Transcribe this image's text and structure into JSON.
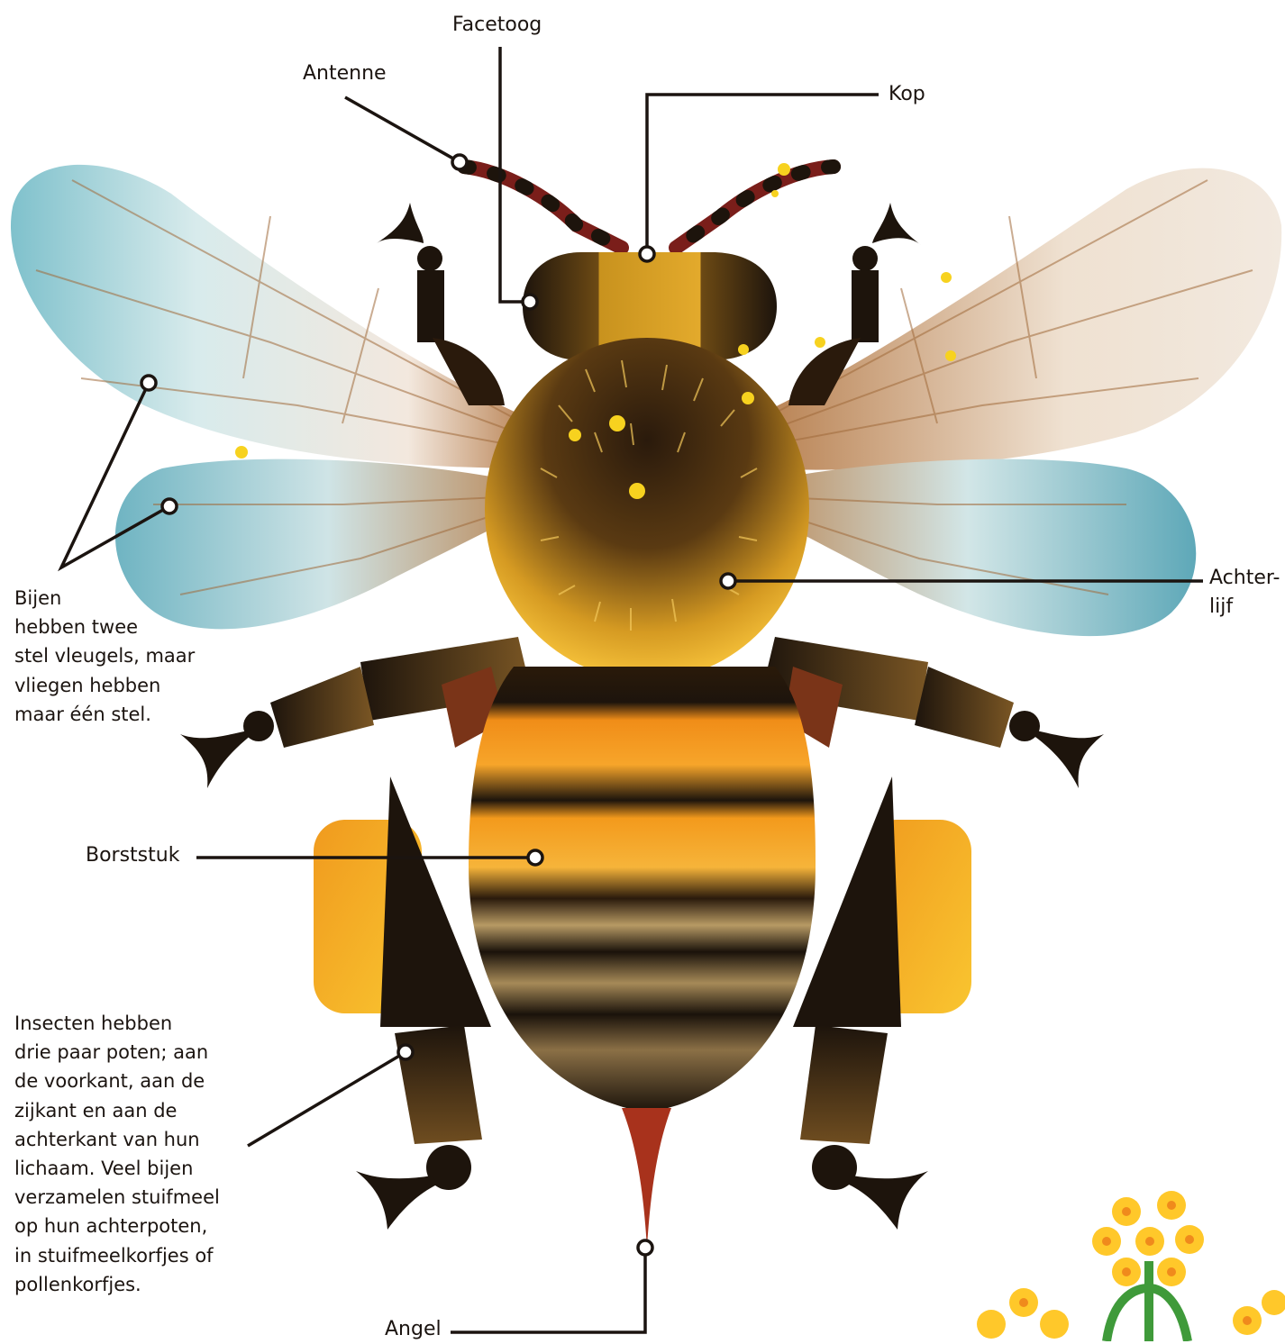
{
  "labels": {
    "facetoog": "Facetoog",
    "antenne": "Antenne",
    "kop": "Kop",
    "achterlijf_line1": "Achter-",
    "achterlijf_line2": "lijf",
    "borststuk": "Borststuk",
    "angel": "Angel"
  },
  "notes": {
    "wings": [
      "Bijen",
      "hebben twee",
      "stel vleugels, maar",
      "vliegen hebben",
      "maar één stel."
    ],
    "legs": [
      "Insecten hebben",
      "drie paar poten; aan",
      "de voorkant, aan de",
      "zijkant en aan de",
      "achterkant van hun",
      "lichaam. Veel bijen",
      "verzamelen stuifmeel",
      "op hun achterpoten,",
      "in stuifmeelkorfjes of",
      "pollenkorfjes."
    ]
  },
  "colors": {
    "ink": "#1b1410",
    "wing_tint": "#8fc9d3",
    "wing_vein": "#b07a45",
    "stripe_orange": "#f39a1c",
    "pollen_yellow": "#f7be2a",
    "stinger_red": "#a8321c",
    "flower_yellow": "#ffc82a",
    "stem_green": "#3f9a3a"
  }
}
